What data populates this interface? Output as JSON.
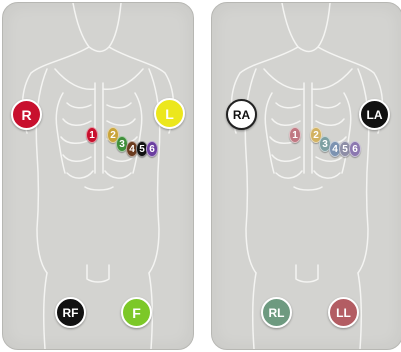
{
  "panels": [
    {
      "limb": [
        {
          "id": "R",
          "label": "R",
          "fill": "#c8102e",
          "text": "#ffffff"
        },
        {
          "id": "L",
          "label": "L",
          "fill": "#ece71c",
          "text": "#ffffff"
        },
        {
          "id": "RF",
          "label": "RF",
          "fill": "#111111",
          "text": "#ffffff"
        },
        {
          "id": "F",
          "label": "F",
          "fill": "#7cc828",
          "text": "#ffffff"
        }
      ],
      "chest": [
        {
          "label": "1",
          "fill": "#c8102e"
        },
        {
          "label": "2",
          "fill": "#c9a43a"
        },
        {
          "label": "3",
          "fill": "#3f8f3a"
        },
        {
          "label": "4",
          "fill": "#6b3b1f"
        },
        {
          "label": "5",
          "fill": "#111111"
        },
        {
          "label": "6",
          "fill": "#6b3ea0"
        }
      ]
    },
    {
      "limb": [
        {
          "id": "RA",
          "label": "RA",
          "fill": "#ffffff",
          "text": "#111111"
        },
        {
          "id": "LA",
          "label": "LA",
          "fill": "#111111",
          "text": "#ffffff"
        },
        {
          "id": "RL",
          "label": "RL",
          "fill": "#6e9a80",
          "text": "#ffffff"
        },
        {
          "id": "LL",
          "label": "LL",
          "fill": "#b35d63",
          "text": "#ffffff"
        }
      ],
      "chest": [
        {
          "label": "1",
          "fill": "#c07882"
        },
        {
          "label": "2",
          "fill": "#d2b262"
        },
        {
          "label": "3",
          "fill": "#7da0a2"
        },
        {
          "label": "4",
          "fill": "#7c93b1"
        },
        {
          "label": "5",
          "fill": "#8e8ea6"
        },
        {
          "label": "6",
          "fill": "#8c78b0"
        }
      ]
    }
  ]
}
